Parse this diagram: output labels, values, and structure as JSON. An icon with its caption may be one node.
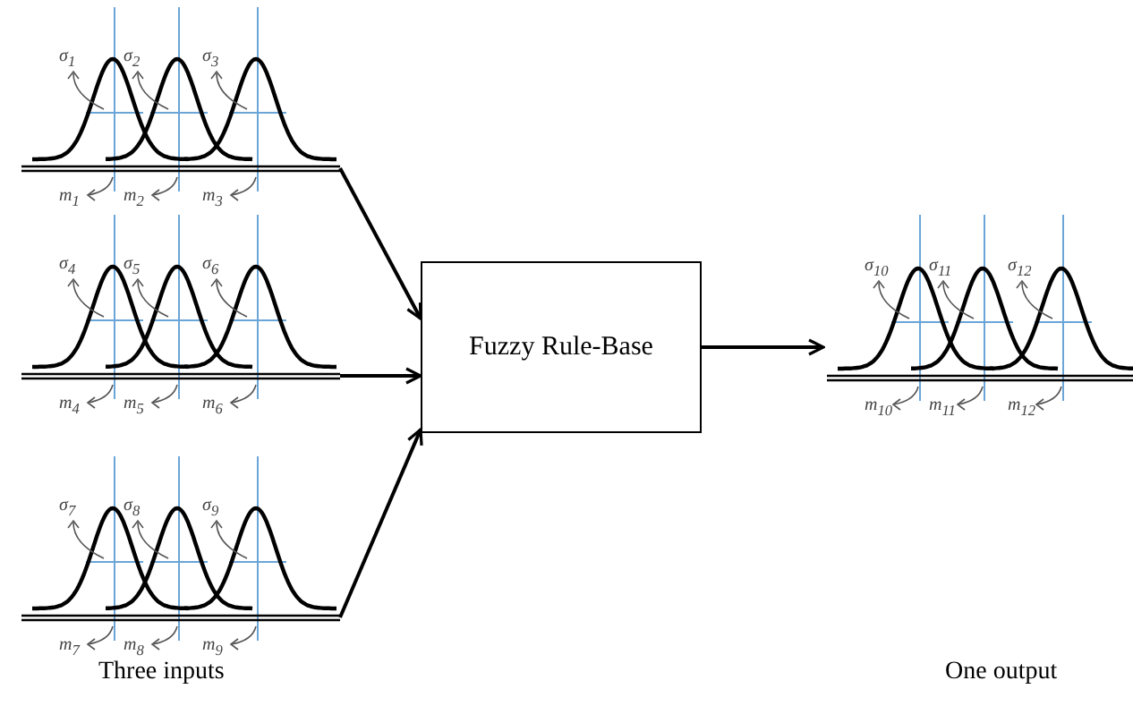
{
  "diagram": {
    "nodes": [
      {
        "text": [
          "σ$_{1}$",
          "σ$_{2}$",
          "σ$_{3}$",
          "m$_{1}$",
          "m$_{2}$",
          "m$_{3}$"
        ]
      },
      {
        "text": [
          "σ$_{4}$",
          "σ$_{5}$",
          "σ$_{6}$",
          "m$_{4}$",
          "m$_{5}$",
          "m$_{6}$"
        ]
      },
      {
        "text": [
          "σ$_{7}$",
          "σ$_{8}$",
          "σ$_{9}$",
          "m$_{7}$",
          "m$_{8}$",
          "m$_{9}$"
        ]
      },
      {
        "text": [
          "Fuzzy Rule-Base"
        ]
      },
      {
        "text": [
          "σ$_{10}$",
          "σ$_{11}$",
          "σ$_{12}$",
          "m$_{10}$",
          "m$_{11}$",
          "m$_{12}$"
        ]
      }
    ],
    "edges": [
      {
        "from": 0,
        "to": 3,
        "arrow": "to"
      },
      {
        "from": 1,
        "to": 3,
        "arrow": "to"
      },
      {
        "from": 2,
        "to": 3,
        "arrow": "to"
      },
      {
        "from": 3,
        "to": 4,
        "arrow": "to"
      }
    ],
    "labels": [
      "Three inputs",
      "One output"
    ]
  }
}
